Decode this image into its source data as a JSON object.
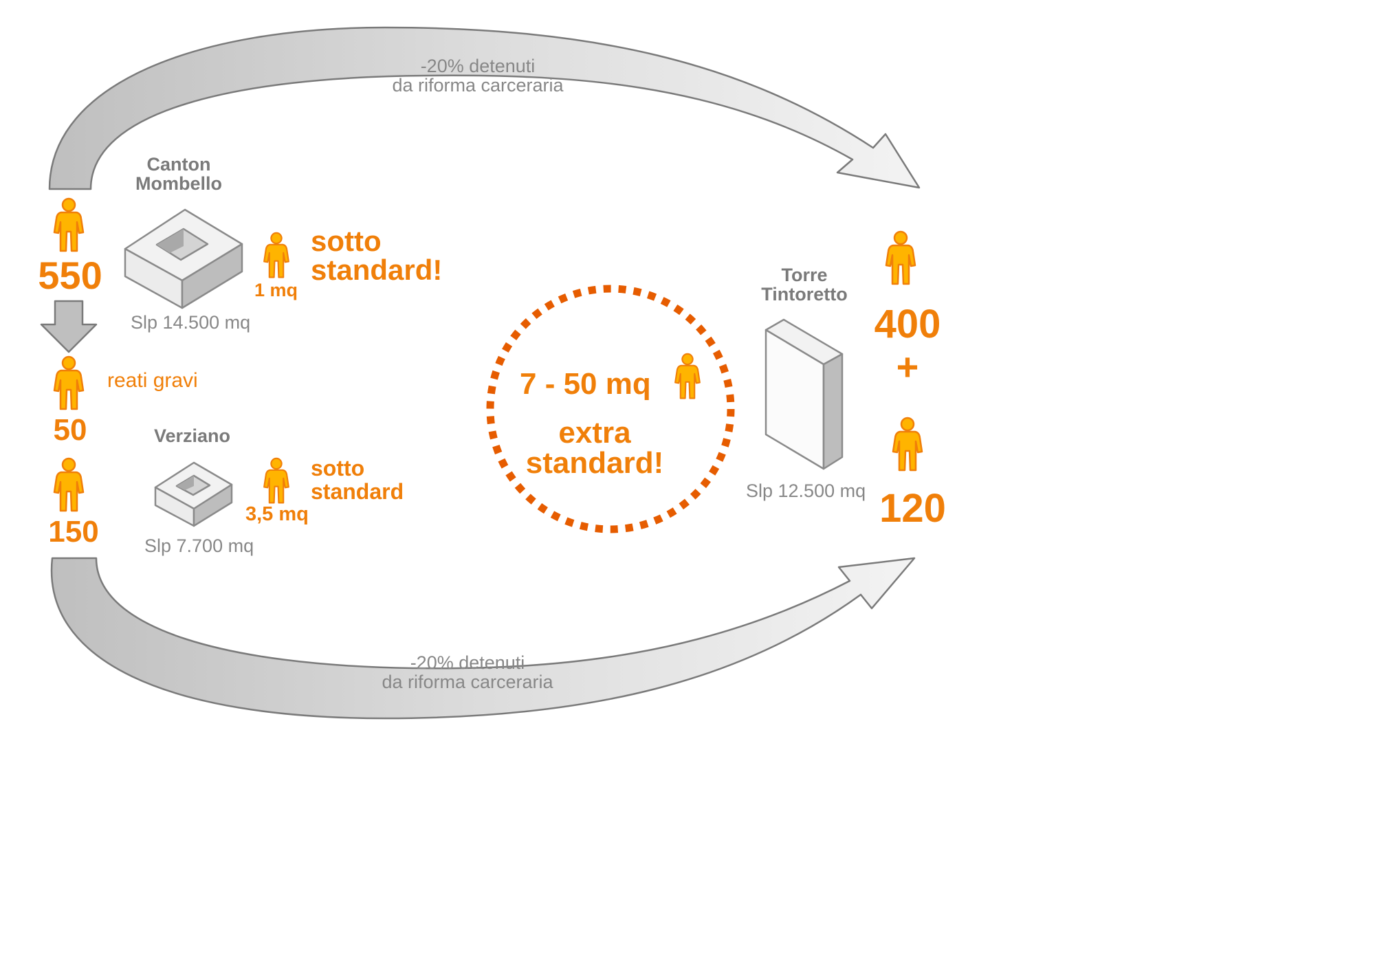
{
  "colors": {
    "orange": "#f07f09",
    "dark_orange": "#e65c00",
    "grey_text": "#878787",
    "arrow_fill": "#d6d6d6",
    "building_light": "#f2f2f2",
    "building_dark": "#bdbdbd"
  },
  "icons": [
    "person-icon",
    "down-arrow-icon",
    "curved-arrow-icon",
    "building-courtyard-icon",
    "tower-slab-icon"
  ],
  "top_arrow_label": [
    "-20% detenuti",
    "da riforma carceraria"
  ],
  "bottom_arrow_label": [
    "-20% detenuti",
    "da riforma carceraria"
  ],
  "canton": {
    "name": [
      "Canton",
      "Mombello"
    ],
    "slp": "Slp 14.500 mq",
    "space_per_person": "1 mq",
    "status": [
      "sotto",
      "standard!"
    ]
  },
  "verziano": {
    "name": "Verziano",
    "slp": "Slp 7.700 mq",
    "space_per_person": "3,5 mq",
    "status": [
      "sotto",
      "standard"
    ]
  },
  "left_counts": {
    "total": "550",
    "serious": "50",
    "serious_label": "reati gravi",
    "verziano": "150"
  },
  "center": {
    "range": "7 - 50 mq",
    "status": [
      "extra",
      "standard!"
    ]
  },
  "torre": {
    "name": [
      "Torre",
      "Tintoretto"
    ],
    "slp": "Slp 12.500 mq"
  },
  "right_counts": {
    "first": "400",
    "plus": "+",
    "second": "120"
  }
}
